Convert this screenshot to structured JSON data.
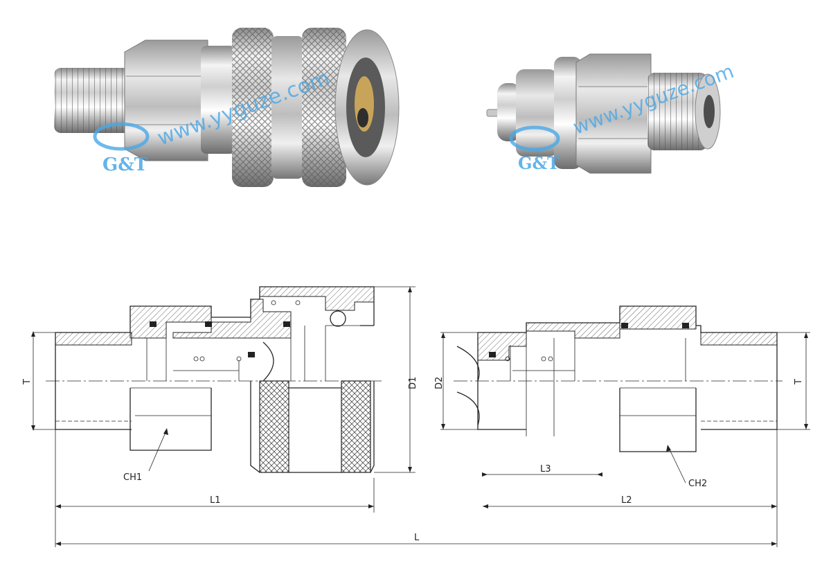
{
  "photos": {
    "socket": {
      "watermark_url": "www.yyguze.com",
      "brand": "G&T"
    },
    "plug": {
      "watermark_url": "www.yyguze.com",
      "brand": "G&T"
    }
  },
  "drawing": {
    "socket_labels": {
      "thread": "T",
      "diameter": "D1",
      "hex": "CH1",
      "length": "L1"
    },
    "plug_labels": {
      "thread": "T",
      "diameter": "D2",
      "hex": "CH2",
      "length": "L2",
      "engage": "L3"
    },
    "total_length": "L"
  },
  "colors": {
    "watermark": "#4aa7e6",
    "steel_light": "#f2f2f2",
    "steel_dark": "#7d7d7d",
    "ink": "#222222"
  }
}
